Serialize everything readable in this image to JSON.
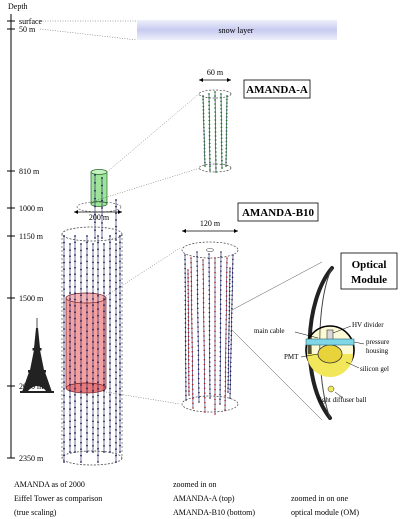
{
  "depth_axis": {
    "title": "Depth",
    "ticks": [
      {
        "label": "surface"
      },
      {
        "label": "50 m"
      },
      {
        "label": "810 m"
      },
      {
        "label": "1000 m"
      },
      {
        "label": "1150 m"
      },
      {
        "label": "1500 m"
      },
      {
        "label": "2000 m"
      },
      {
        "label": "2350 m"
      }
    ]
  },
  "snow": {
    "label": "snow layer"
  },
  "amanda_a": {
    "title": "AMANDA-A",
    "width_label": "60 m"
  },
  "amanda_b10": {
    "title": "AMANDA-B10",
    "width_label": "120 m",
    "main_width_label": "200 m"
  },
  "optical_module": {
    "title_line1": "Optical",
    "title_line2": "Module",
    "labels": {
      "hv": "HV divider",
      "main_cable": "main cable",
      "pressure1": "pressure",
      "pressure2": "housing",
      "pmt": "PMT",
      "gel": "silicon gel",
      "diffuser": "light diffuser ball"
    }
  },
  "captions": {
    "col1_l1": "AMANDA as of 2000",
    "col1_l2": "Eiffel Tower as comparison",
    "col1_l3": "(true scaling)",
    "col2_l1": "zoomed in on",
    "col2_l2": "AMANDA-A (top)",
    "col2_l3": "AMANDA-B10 (bottom)",
    "col3_l2": "zoomed in on one",
    "col3_l3": "optical module (OM)"
  },
  "colors": {
    "snow": "#c8caf0",
    "amanda_a_cylinder": "#9ee39a",
    "b10_cylinder": "#f08f8f",
    "om_band": "#7fd6e6",
    "om_gel": "#f2e65a",
    "strings": "#1a1a5a",
    "dot_red": "#b01515",
    "dot_green": "#1f7a2a"
  }
}
